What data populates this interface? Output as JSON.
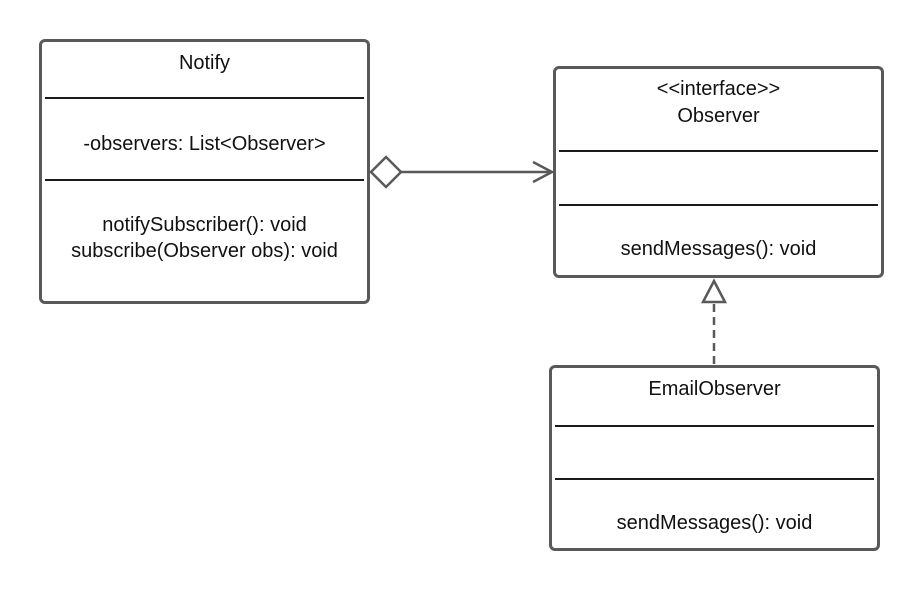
{
  "classes": {
    "notify": {
      "name": "Notify",
      "attributes": [
        "-observers: List<Observer>"
      ],
      "methods": [
        "notifySubscriber(): void",
        "subscribe(Observer obs): void"
      ]
    },
    "observer": {
      "stereotype": "<<interface>>",
      "name": "Observer",
      "methods": [
        "sendMessages(): void"
      ]
    },
    "email_observer": {
      "name": "EmailObserver",
      "methods": [
        "sendMessages(): void"
      ]
    }
  },
  "relationships": [
    {
      "type": "aggregation",
      "from": "Notify",
      "to": "Observer"
    },
    {
      "type": "realization",
      "from": "EmailObserver",
      "to": "Observer"
    }
  ],
  "colors": {
    "box_border": "#595959",
    "separator": "#1a1a1a",
    "connector": "#595959"
  }
}
